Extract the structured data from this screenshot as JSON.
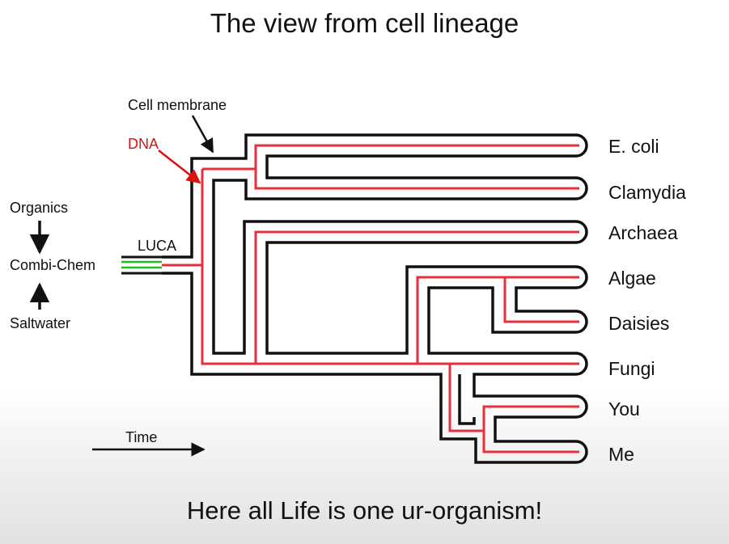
{
  "title": "The view from cell lineage",
  "footer": "Here all Life is one ur-organism!",
  "colors": {
    "membrane": "#111111",
    "dna": "#e8303c",
    "dna_label": "#e01010",
    "prebiotic_lines": "#22bb22",
    "fill": "#ffffff"
  },
  "labels": {
    "cell_membrane": "Cell membrane",
    "dna": "DNA",
    "luca": "LUCA",
    "organics": "Organics",
    "combi_chem": "Combi-Chem",
    "saltwater": "Saltwater",
    "time": "Time"
  },
  "species": [
    {
      "id": "ecoli",
      "label": "E. coli"
    },
    {
      "id": "clamydia",
      "label": "Clamydia"
    },
    {
      "id": "archaea",
      "label": "Archaea"
    },
    {
      "id": "algae",
      "label": "Algae"
    },
    {
      "id": "daisies",
      "label": "Daisies"
    },
    {
      "id": "fungi",
      "label": "Fungi"
    },
    {
      "id": "you",
      "label": "You"
    },
    {
      "id": "me",
      "label": "Me"
    }
  ]
}
